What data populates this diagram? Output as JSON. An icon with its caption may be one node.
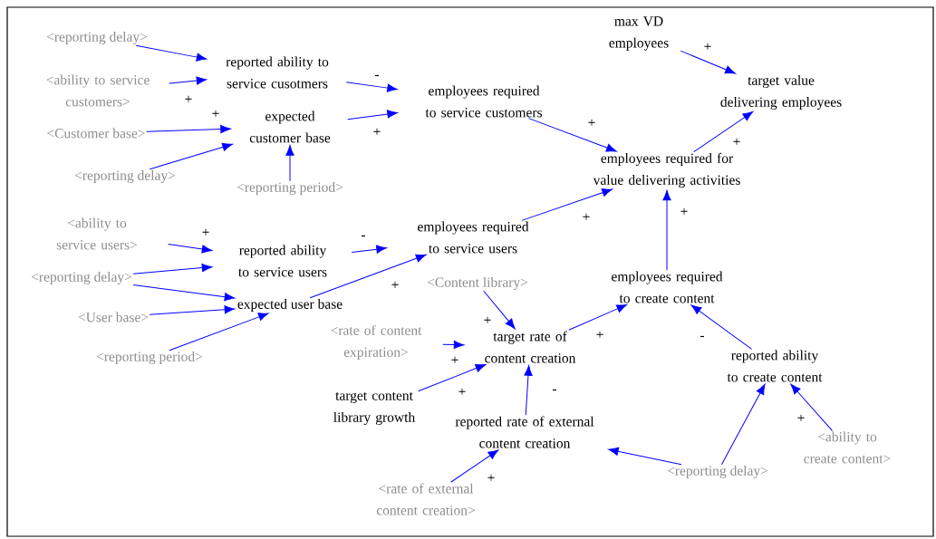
{
  "diagram": {
    "nodes": [
      {
        "text": [
          "max VD employees"
        ]
      },
      {
        "text": [
          "<reporting delay>"
        ]
      },
      {
        "text": [
          "reported ability to service cusotmers"
        ]
      },
      {
        "text": [
          "target value delivering employees"
        ]
      },
      {
        "text": [
          "<ability to service customers>"
        ]
      },
      {
        "text": [
          "employees required to service customers"
        ]
      },
      {
        "text": [
          "expected customer base"
        ]
      },
      {
        "text": [
          "<Customer base>"
        ]
      },
      {
        "text": [
          "employees required for value delivering activities"
        ]
      },
      {
        "text": [
          "<reporting delay>"
        ]
      },
      {
        "text": [
          "<reporting period>"
        ]
      },
      {
        "text": [
          "<ability to service users>"
        ]
      },
      {
        "text": [
          "employees required to service users"
        ]
      },
      {
        "text": [
          "reported ability to service users"
        ]
      },
      {
        "text": [
          "<reporting delay>"
        ]
      },
      {
        "text": [
          "<Content library>"
        ]
      },
      {
        "text": [
          "employees required to create content"
        ]
      },
      {
        "text": [
          "expected user base"
        ]
      },
      {
        "text": [
          "<User base>"
        ]
      },
      {
        "text": [
          "<rate of content expiration>"
        ]
      },
      {
        "text": [
          "target rate of content creation"
        ]
      },
      {
        "text": [
          "<reporting period>"
        ]
      },
      {
        "text": [
          "reported ability to create content"
        ]
      },
      {
        "text": [
          "target content library growth"
        ]
      },
      {
        "text": [
          "reported rate of external content creation"
        ]
      },
      {
        "text": [
          "<ability to create content>"
        ]
      },
      {
        "text": [
          "<reporting delay>"
        ]
      },
      {
        "text": [
          "<rate of external content creation>"
        ]
      }
    ],
    "edges": [
      {
        "from": 1,
        "to": 2,
        "arrow": "to"
      },
      {
        "from": 4,
        "to": 2,
        "arrow": "to",
        "label": "+"
      },
      {
        "from": 2,
        "to": 5,
        "arrow": "to",
        "label": "-"
      },
      {
        "from": 7,
        "to": 6,
        "arrow": "to",
        "label": "+"
      },
      {
        "from": 9,
        "to": 6,
        "arrow": "to"
      },
      {
        "from": 10,
        "to": 6,
        "arrow": "to"
      },
      {
        "from": 6,
        "to": 5,
        "arrow": "to",
        "label": "+"
      },
      {
        "from": 0,
        "to": 3,
        "arrow": "to",
        "label": "+"
      },
      {
        "from": 5,
        "to": 8,
        "arrow": "to",
        "label": "+"
      },
      {
        "from": 8,
        "to": 3,
        "arrow": "to",
        "label": "+"
      },
      {
        "from": 12,
        "to": 8,
        "arrow": "to",
        "label": "+"
      },
      {
        "from": 16,
        "to": 8,
        "arrow": "to",
        "label": "+"
      },
      {
        "from": 11,
        "to": 13,
        "arrow": "to",
        "label": "+"
      },
      {
        "from": 14,
        "to": 13,
        "arrow": "to"
      },
      {
        "from": 14,
        "to": 17,
        "arrow": "to"
      },
      {
        "from": 18,
        "to": 17,
        "arrow": "to"
      },
      {
        "from": 21,
        "to": 17,
        "arrow": "to"
      },
      {
        "from": 13,
        "to": 12,
        "arrow": "to",
        "label": "-"
      },
      {
        "from": 17,
        "to": 12,
        "arrow": "to",
        "label": "+"
      },
      {
        "from": 15,
        "to": 20,
        "arrow": "to",
        "label": "+"
      },
      {
        "from": 19,
        "to": 20,
        "arrow": "to",
        "label": "+"
      },
      {
        "from": 23,
        "to": 20,
        "arrow": "to",
        "label": "+"
      },
      {
        "from": 24,
        "to": 20,
        "arrow": "to",
        "label": "-"
      },
      {
        "from": 27,
        "to": 24,
        "arrow": "to",
        "label": "+"
      },
      {
        "from": 20,
        "to": 16,
        "arrow": "to",
        "label": "+"
      },
      {
        "from": 22,
        "to": 16,
        "arrow": "to",
        "label": "-"
      },
      {
        "from": 25,
        "to": 22,
        "arrow": "to",
        "label": "+"
      },
      {
        "from": 26,
        "to": 24,
        "arrow": "to"
      },
      {
        "from": 26,
        "to": 22,
        "arrow": "to"
      }
    ]
  }
}
